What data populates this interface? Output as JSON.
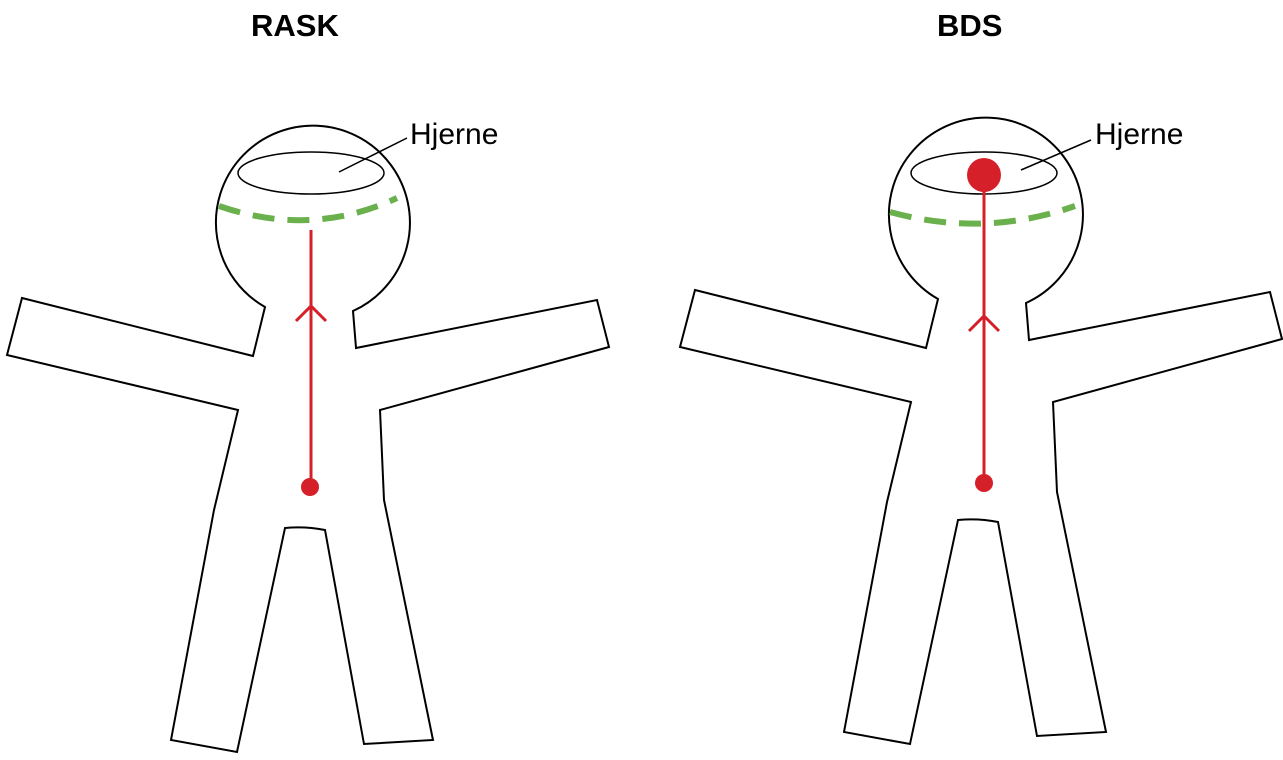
{
  "panels": [
    {
      "title": "RASK",
      "brain_label": "Hjerne",
      "signal_reaches_brain": false
    },
    {
      "title": "BDS",
      "brain_label": "Hjerne",
      "signal_reaches_brain": true
    }
  ],
  "colors": {
    "outline": "#000000",
    "signal": "#d5202a",
    "barrier": "#6ab04c"
  }
}
